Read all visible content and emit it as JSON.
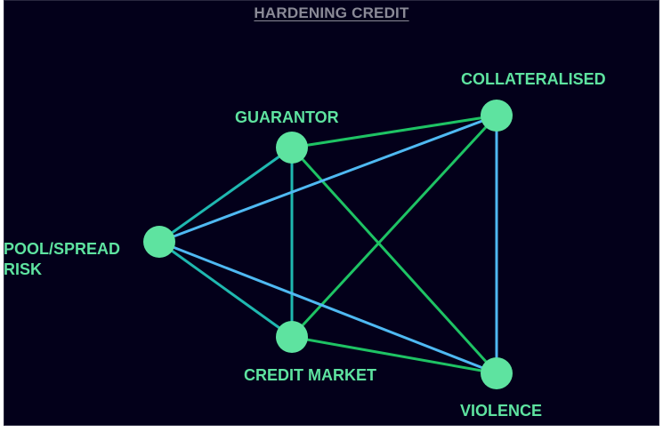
{
  "title": "HARDENING CREDIT",
  "colors": {
    "background": "#03001a",
    "title": "#8a8a96",
    "node": "#5ee3a0",
    "label": "#5ee3a0",
    "edge_green": "#1ec364",
    "edge_teal": "#1fb8b0",
    "edge_blue": "#4fb9f2"
  },
  "nodes": [
    {
      "id": "collateralised",
      "lines": [
        "COLLATERALISED"
      ]
    },
    {
      "id": "guarantor",
      "lines": [
        "GUARANTOR"
      ]
    },
    {
      "id": "pool",
      "lines": [
        "POOL/SPREAD",
        "RISK"
      ]
    },
    {
      "id": "credit",
      "lines": [
        "CREDIT MARKET"
      ]
    },
    {
      "id": "violence",
      "lines": [
        "VIOLENCE"
      ]
    }
  ],
  "edges": [
    {
      "from": "guarantor",
      "to": "collateralised",
      "color": "edge_green"
    },
    {
      "from": "guarantor",
      "to": "violence",
      "color": "edge_green"
    },
    {
      "from": "credit",
      "to": "collateralised",
      "color": "edge_green"
    },
    {
      "from": "credit",
      "to": "violence",
      "color": "edge_green"
    },
    {
      "from": "guarantor",
      "to": "pool",
      "color": "edge_teal"
    },
    {
      "from": "guarantor",
      "to": "credit",
      "color": "edge_teal"
    },
    {
      "from": "pool",
      "to": "credit",
      "color": "edge_teal"
    },
    {
      "from": "pool",
      "to": "collateralised",
      "color": "edge_blue"
    },
    {
      "from": "pool",
      "to": "violence",
      "color": "edge_blue"
    },
    {
      "from": "collateralised",
      "to": "violence",
      "color": "edge_blue"
    }
  ]
}
